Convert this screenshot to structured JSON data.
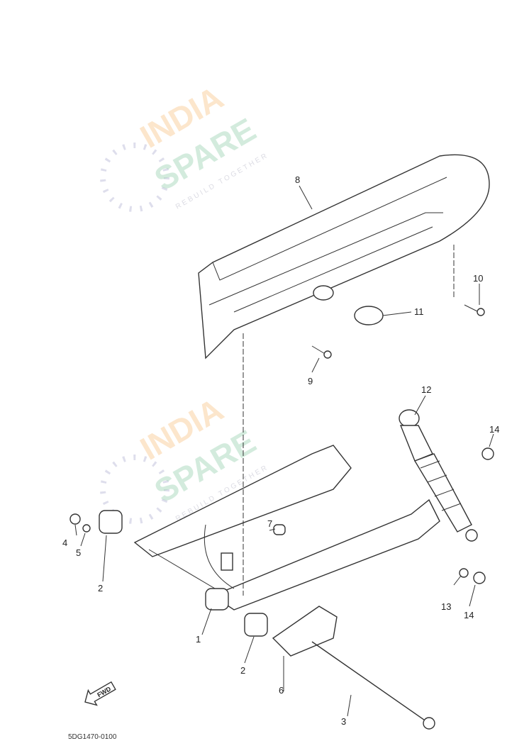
{
  "watermark": {
    "line1": "INDIA",
    "line2": "SPARE",
    "tagline": "REBUILD TOGETHER"
  },
  "fwd_label": "FWD",
  "drawing_code": "5DG1470-0100",
  "callouts": [
    "1",
    "2",
    "2",
    "3",
    "4",
    "5",
    "6",
    "7",
    "8",
    "9",
    "10",
    "11",
    "12",
    "13",
    "14",
    "14"
  ]
}
